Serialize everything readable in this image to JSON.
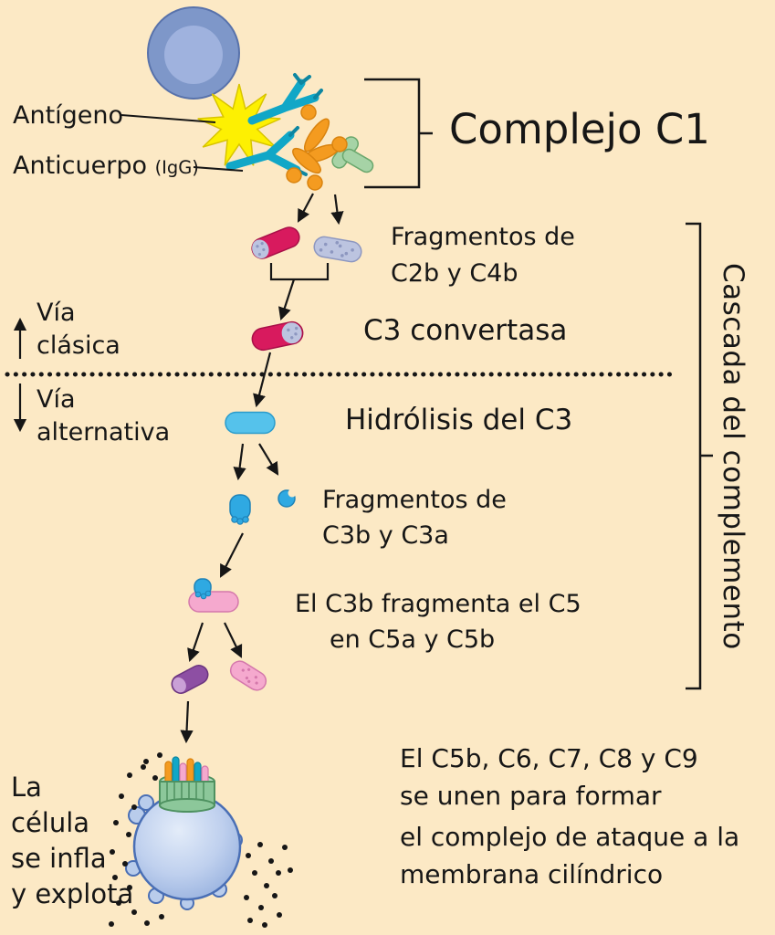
{
  "antigen": {
    "label": "Antígeno"
  },
  "antibody": {
    "label": "Anticuerpo",
    "sub": "(IgG)"
  },
  "complejo_c1": "Complejo C1",
  "fragmentos_c2": {
    "line1": "Fragmentos de",
    "line2": "C2b y C4b"
  },
  "c3_convertasa": "C3 convertasa",
  "via_clasica": {
    "line1": "Vía",
    "line2": "clásica"
  },
  "via_alternativa": {
    "line1": "Vía",
    "line2": "alternativa"
  },
  "hidrolisis": "Hidrólisis del C3",
  "fragmentos_c3": {
    "line1": "Fragmentos de",
    "line2": "C3b y C3a"
  },
  "c5_fragmentacion": {
    "line1": "El C3b fragmenta el C5",
    "line2": "en C5a y C5b"
  },
  "celula": {
    "line1": "La",
    "line2": "célula",
    "line3": "se infla",
    "line4": "y explota"
  },
  "mac": {
    "line1": "El C5b, C6, C7, C8 y C9",
    "line2": "se unen para formar",
    "line3": "el complejo de ataque a la",
    "line4": "membrana cilíndrico"
  },
  "cascada": "Cascada del complemento",
  "colors": {
    "background": "#fce9c5",
    "text": "#161616",
    "top_cell": "#7e97c9",
    "antigen_star": "#fdf002",
    "antibody_teal": "#11a7c7",
    "c1q_orange": "#f49b20",
    "green_capsule": "#a6d3a6",
    "c2b_crimson": "#d81a5e",
    "c4b_lavender": "#bcc4e0",
    "hidrolisis_capsule": "#55c2eb",
    "c3b_blue": "#2fa9e2",
    "c5_pink": "#f5a9ce",
    "c5a_purple": "#8d4fa3",
    "target_cell": "#bfd0ee",
    "mac_cylinder_green": "#8cc79a"
  }
}
